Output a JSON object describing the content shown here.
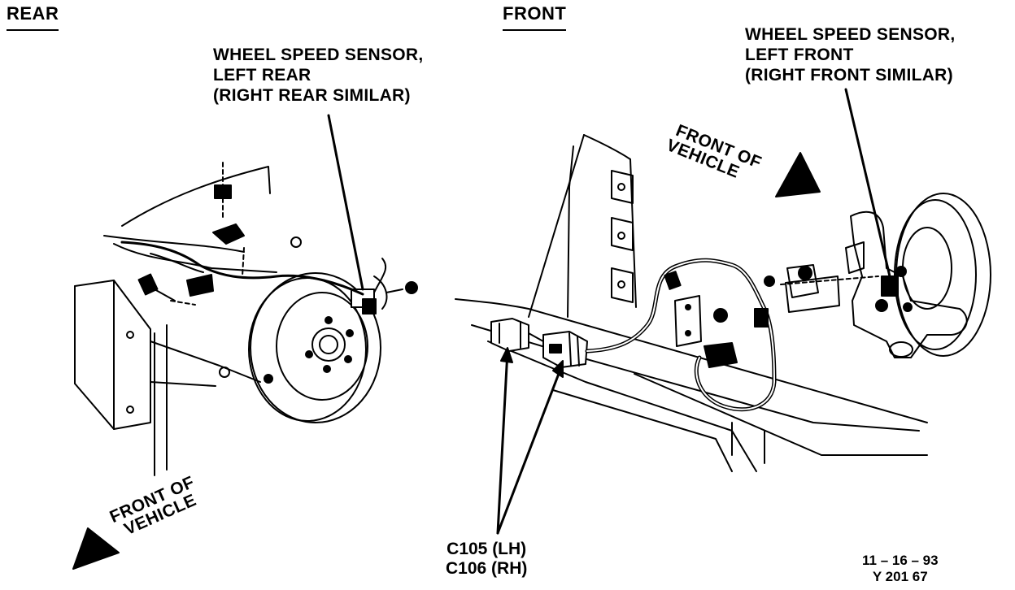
{
  "headers": {
    "rear": "REAR",
    "front": "FRONT"
  },
  "rear_sensor": {
    "line1": "WHEEL SPEED SENSOR,",
    "line2": "LEFT REAR",
    "line3": "(RIGHT REAR SIMILAR)"
  },
  "front_sensor": {
    "line1": "WHEEL SPEED SENSOR,",
    "line2": "LEFT FRONT",
    "line3": "(RIGHT FRONT SIMILAR)"
  },
  "front_of_vehicle_rear": {
    "line1": "FRONT OF",
    "line2": "VEHICLE"
  },
  "front_of_vehicle_front": {
    "line1": "FRONT OF",
    "line2": "VEHICLE"
  },
  "connectors": {
    "lh": "C105 (LH)",
    "rh": "C106 (RH)"
  },
  "figure_code": {
    "date": "11 – 16 – 93",
    "id": "Y 201 67"
  }
}
